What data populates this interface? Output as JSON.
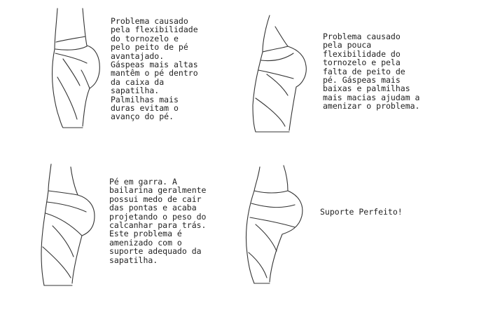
{
  "panels": [
    {
      "id": "flexible-high-instep",
      "caption": "Problema causado\npela flexibilidade\ndo tornozelo e\npelo peito de pé\navantajado.\nGáspeas mais altas\nmantêm o pé dentro\nda caixa da\nsapatilha.\nPalmilhas mais\nduras evitam o\navanço do pé."
    },
    {
      "id": "low-flexibility",
      "caption": "Problema causado\npela pouca\nflexibilidade do\ntornozelo e pela\nfalta de peito de\npé. Gáspeas mais\nbaixas e palmilhas\nmais macias ajudam a\namenizar o problema."
    },
    {
      "id": "claw-foot",
      "caption": "Pé em garra. A\nbailarina geralmente\npossui medo de cair\ndas pontas e acaba\nprojetando o peso do\ncalcanhar para trás.\nEste problema é\namenizado com o\nsuporte adequado da\nsapatilha."
    },
    {
      "id": "perfect-support",
      "caption": "Suporte Perfeito!"
    }
  ]
}
